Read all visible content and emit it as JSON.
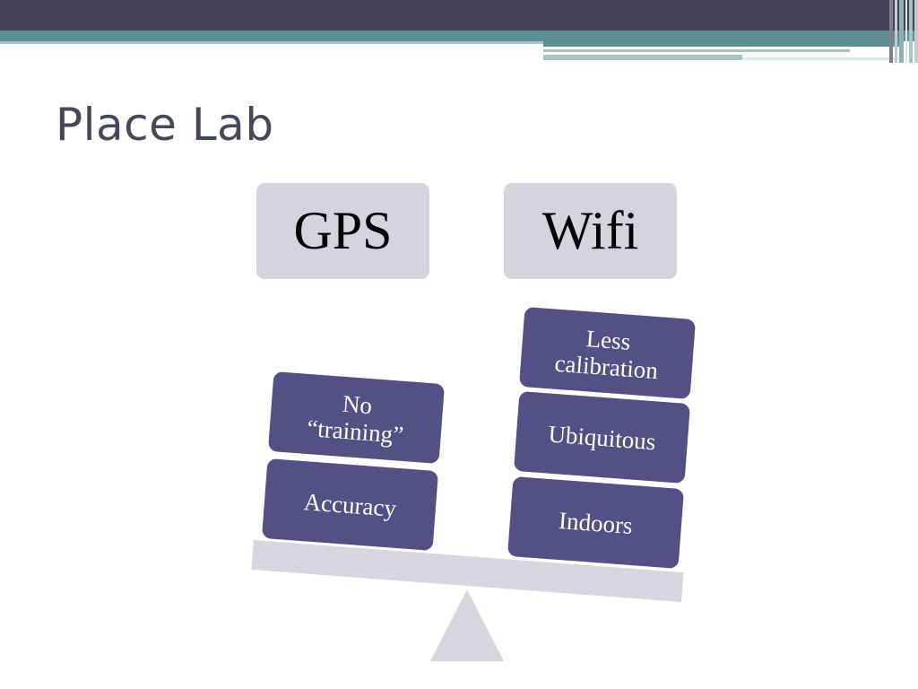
{
  "slide": {
    "title": "Place Lab"
  },
  "columns": {
    "left_header": "GPS",
    "right_header": "Wifi"
  },
  "left_blocks": [
    {
      "label": "No\n“training”"
    },
    {
      "label": "Accuracy"
    }
  ],
  "right_blocks": [
    {
      "label": "Less\ncalibration"
    },
    {
      "label": "Ubiquitous"
    },
    {
      "label": "Indoors"
    }
  ],
  "colors": {
    "block": "#544f85",
    "header_box": "#d4d4dc",
    "scale": "#d6d6de",
    "header_dark": "#444355",
    "header_teal": "#5d8f92",
    "title_text": "#44485a"
  }
}
